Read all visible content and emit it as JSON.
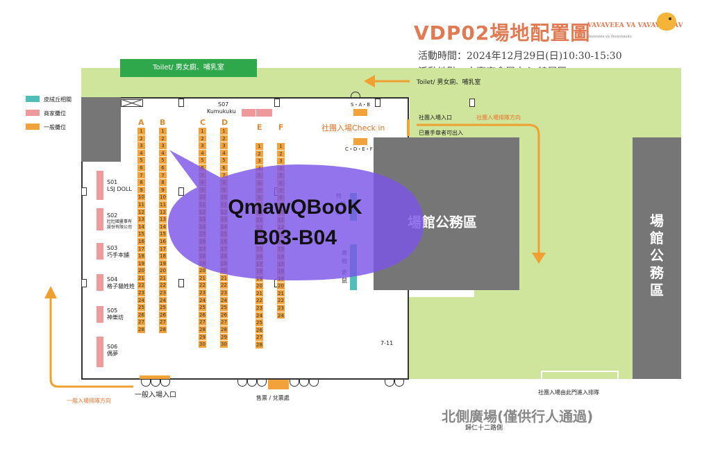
{
  "header": {
    "title": "VDP02場地配置圖",
    "logo_text": "VAVAVEEA VA VAVAVEAVAV",
    "logo_sub": "Vavaveea va Vavaveavav",
    "date": "活動時間：2024年12月29日(日)10:30-15:30",
    "venue": "活動地點：大臺南會展中心 特展區"
  },
  "legend": [
    {
      "label": "皮絨丘相關",
      "color": "#4fbfb8"
    },
    {
      "label": "商家攤位",
      "color": "#ee9a9c"
    },
    {
      "label": "一般攤位",
      "color": "#f2a23a"
    }
  ],
  "toilet_box": "Toilet/ 男女廁、哺乳室",
  "toilet_label": "Toilet/ 男女廁、哺乳室",
  "s07": {
    "code": "S07",
    "name": "Kumukuku"
  },
  "shops": [
    {
      "code": "S01",
      "name": "LSJ DOLL"
    },
    {
      "code": "S02",
      "name": "壯壯國畫事有\n設份有限公司"
    },
    {
      "code": "S03",
      "name": "巧手本舖"
    },
    {
      "code": "S04",
      "name": "格子貓姓姓"
    },
    {
      "code": "S05",
      "name": "神樂坊"
    },
    {
      "code": "S06",
      "name": "偶夢"
    }
  ],
  "columns": [
    {
      "letter": "A",
      "start": 1,
      "end": 28
    },
    {
      "letter": "B",
      "start": 1,
      "end": 28
    },
    {
      "letter": "C",
      "start": 1,
      "end": 30
    },
    {
      "letter": "D",
      "start": 1,
      "end": 30
    },
    {
      "letter": "E",
      "start": 1,
      "end": 28
    },
    {
      "letter": "F",
      "start": 1,
      "end": 24
    }
  ],
  "club": {
    "sab": "S・A・B",
    "checkin": "社團入場Check in",
    "cdef": "C・D・E・F",
    "entrance": "社團入場入口",
    "stamped": "已蓋手章者可出入",
    "queue_dir": "社團入場排隊方向",
    "north_gate": "社團入場由此門進入排隊"
  },
  "office": "場館公務區",
  "office_side": "場館公務區",
  "seven_eleven": "7-11",
  "teal_labels": [
    "特",
    "製",
    "滿",
    "滿",
    "寄",
    "物",
    "倉",
    "鼠",
    "部"
  ],
  "general_entrance": "一般入場入口",
  "general_queue": "一般入場排隊方向",
  "ticket": "售票 / 兌票處",
  "plaza": "北側廣場(僅供行人通過)",
  "road": "歸仁十二路側",
  "bubble": {
    "line1": "QmawQBooK",
    "line2": "B03-B04"
  }
}
